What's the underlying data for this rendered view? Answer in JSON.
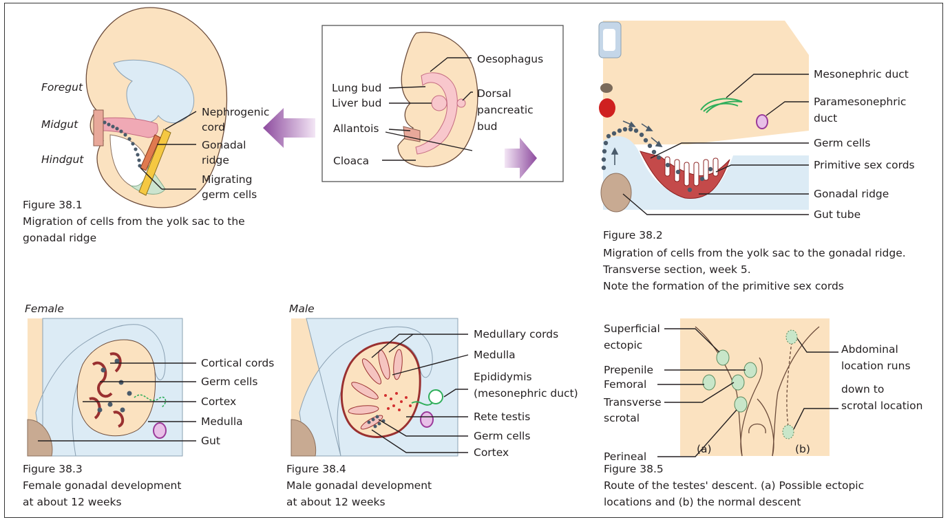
{
  "fig1": {
    "region_labels": [
      "Foregut",
      "Midgut",
      "Hindgut"
    ],
    "labels": [
      "Nephrogenic",
      "cord",
      "Gonadal",
      "ridge",
      "Migrating",
      "germ cells"
    ],
    "caption_title": "Figure 38.1",
    "caption_lines": [
      "Migration of cells from the yolk sac to the",
      "gonadal ridge"
    ]
  },
  "inset": {
    "left_labels": [
      "Lung bud",
      "Liver bud",
      "Allantois",
      "Cloaca"
    ],
    "right_labels": [
      "Oesophagus",
      "Dorsal",
      "pancreatic",
      "bud"
    ]
  },
  "fig2": {
    "labels": [
      "Mesonephric duct",
      "Paramesonephric",
      "duct",
      "Germ cells",
      "Primitive sex cords",
      "Gonadal ridge",
      "Gut tube"
    ],
    "caption_title": "Figure 38.2",
    "caption_lines": [
      "Migration of cells from the yolk sac to the gonadal ridge.",
      "Transverse section, week 5.",
      "Note the formation of the primitive sex cords"
    ]
  },
  "fig3": {
    "heading": "Female",
    "labels": [
      "Cortical cords",
      "Germ cells",
      "Cortex",
      "Medulla",
      "Gut"
    ],
    "caption_title": "Figure 38.3",
    "caption_lines": [
      "Female gonadal development",
      "at about 12 weeks"
    ]
  },
  "fig4": {
    "heading": "Male",
    "labels": [
      "Medullary cords",
      "Medulla",
      "Epididymis",
      "(mesonephric duct)",
      "Rete testis",
      "Germ cells",
      "Cortex"
    ],
    "caption_title": "Figure 38.4",
    "caption_lines": [
      "Male gonadal development",
      "at about 12 weeks"
    ]
  },
  "fig5": {
    "left_labels": [
      "Superficial",
      "ectopic",
      "Prepenile",
      "Femoral",
      "Transverse",
      "scrotal",
      "Perineal"
    ],
    "right_labels": [
      "Abdominal",
      "location runs",
      "down to",
      "scrotal location"
    ],
    "part_labels": [
      "(a)",
      "(b)"
    ],
    "caption_title": "Figure 38.5",
    "caption_lines": [
      "Route of the testes' descent. (a) Possible ectopic",
      "locations and (b) the normal descent"
    ]
  },
  "colors": {
    "skin": "#fbe2c0",
    "blue": "#dcebf5",
    "pink_gut": "#f5c4c0",
    "green": "#cce4cf",
    "ridge_red": "#c0392b",
    "orange": "#f5b942",
    "arrow_purple": "#8d4b9e",
    "cell": "#4a5b6b",
    "tan": "#c8aa92"
  }
}
